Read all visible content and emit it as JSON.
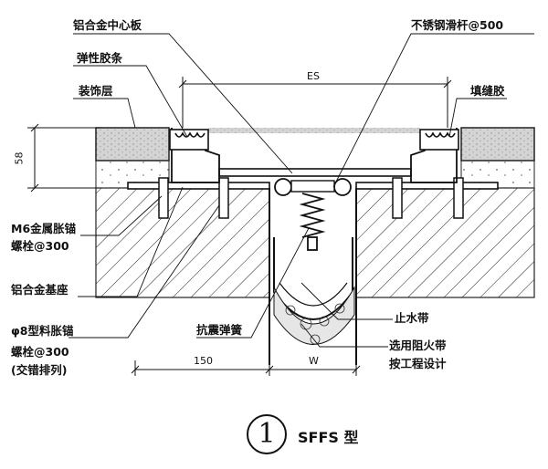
{
  "labels": {
    "center_plate": "铝合金中心板",
    "sliding_bar": "不锈钢滑杆@500",
    "elastic_strip": "弹性胶条",
    "decor_layer": "装饰层",
    "sealant": "填缝胶",
    "m6_anchor_line1": "M6金属胀锚",
    "m6_anchor_line2": "螺栓@300",
    "alloy_base": "铝合金基座",
    "plastic_anchor_line1": "φ8型料胀锚",
    "plastic_anchor_line2": "螺栓@300",
    "plastic_anchor_line3": "(交错排列)",
    "seismic_spring": "抗震弹簧",
    "waterstop": "止水带",
    "fire_band_line1": "选用阻火带",
    "fire_band_line2": "按工程设计"
  },
  "dimensions": {
    "es": "ES",
    "depth_58": "58",
    "width_150": "150",
    "width_w": "W"
  },
  "figure": {
    "number": "1",
    "type": "SFFS 型"
  }
}
